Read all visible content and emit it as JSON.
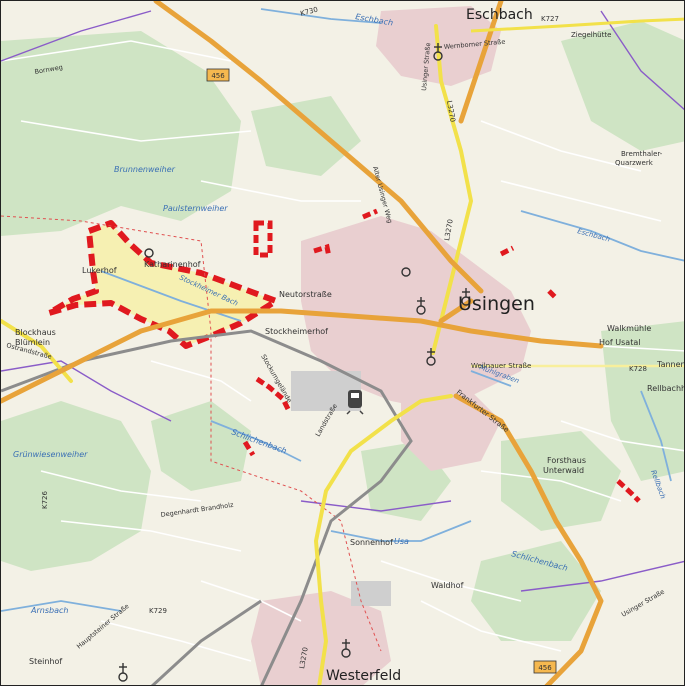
{
  "colors": {
    "background": "#f3f1e6",
    "forest": "#cfe4c4",
    "field": "#eef1df",
    "urban": "#e9cfd0",
    "major_road": "#e8a33a",
    "minor_road": "#f2e14a",
    "water": "#7fb0dc",
    "boundary": "#8a5cc8",
    "protected_area_fill": "#f6f0a8",
    "protected_area_outline": "#e0191f",
    "rail": "#8c8c8c"
  },
  "towns": {
    "eschbach": "Eschbach",
    "usingen": "Usingen",
    "westerfeld": "Westerfeld"
  },
  "places": {
    "bremthaler_1": "Bremthaler-",
    "bremthaler_2": "Quarzwerk",
    "katharinenhof": "Katharinenhof",
    "lukerhof": "Lukerhof",
    "blockhaus_1": "Blockhaus",
    "blockhaus_2": "Blümlein",
    "stockheimerhof": "Stockheimerhof",
    "walkmuehle": "Walkmühle",
    "hof_usatal": "Hof Usatal",
    "tannen": "Tannen",
    "rellbachhof": "Rellbachho",
    "forsthaus_1": "Forsthaus",
    "forsthaus_2": "Unterwald",
    "sonnenhof": "Sonnenhof",
    "waldhof": "Waldhof",
    "steinhof": "Steinhof",
    "degenhard": "Degenhardt Brandholz",
    "stockumstrasse": "Stockumgelände",
    "bornweg": "Bornweg"
  },
  "waters": {
    "eschbach": "Eschbach",
    "eschbach_east": "Eschbach",
    "brunnenweiher": "Brunnenweiher",
    "paulsternweiher": "Paulsternweiher",
    "stockheimer_bach": "Stockheimer Bach",
    "schlichenbach": "Schlichenbach",
    "schlichenbach_2": "Schlichenbach",
    "gruenwiesenweiher": "Grünwiesenweiher",
    "muehlgraben": "Mühlgraben",
    "usa": "Usa",
    "arnsbach": "Arnsbach",
    "rellbach": "Rellbach"
  },
  "streets": {
    "neutorstrasse": "Neutorstraße",
    "frankfurter_strasse": "Frankfurter Straße",
    "weilnauer_strasse": "Weilnauer Straße",
    "wernborner_strasse": "Wernborner Straße",
    "usinger_strasse": "Usinger Straße",
    "zitelhuette": "Ziegelhütte",
    "alter_usinger_weg": "Alter Usinger Weg",
    "hofuelver_strasse": "Hauptsteiner Straße",
    "usinger_strasse_2": "Usinger Straße",
    "ostrand": "Ostrandstraße",
    "landstrasse": "Landstraße"
  },
  "road_numbers": {
    "b456_top": "456",
    "b456_bottom": "456",
    "l3270": "L3270",
    "l3270_2": "L3270",
    "k727": "K727",
    "k728": "K728",
    "k726": "K726",
    "k729": "K729",
    "k730": "K730",
    "l3270_3": "L3270"
  }
}
